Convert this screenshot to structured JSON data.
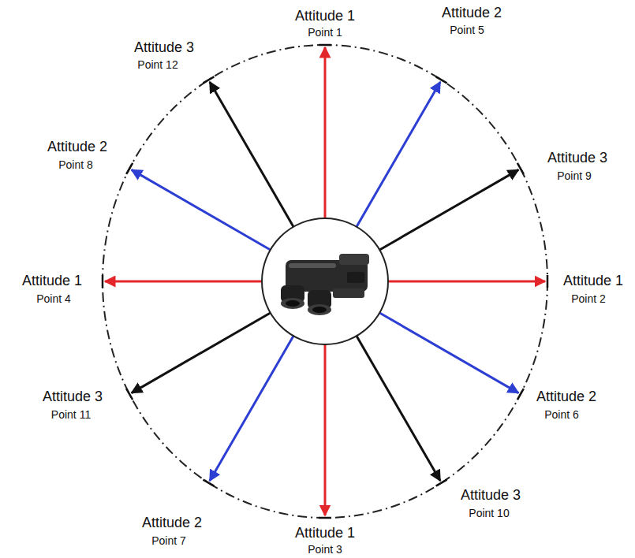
{
  "diagram": {
    "labels": [
      "Attitude 1",
      "Point 1",
      "Attitude 3",
      "Point 12",
      "Attitude 2",
      "Point 5",
      "Attitude 3",
      "Point 9",
      "Attitude 2",
      "Point 8",
      "Attitude 1",
      "Point 4",
      "Attitude 1",
      "Point 2",
      "Attitude 3",
      "Point 11",
      "Attitude 2",
      "Point 6",
      "Attitude 2",
      "Point 7",
      "Attitude 3",
      "Point 10",
      "Attitude 1",
      "Point 3"
    ]
  }
}
